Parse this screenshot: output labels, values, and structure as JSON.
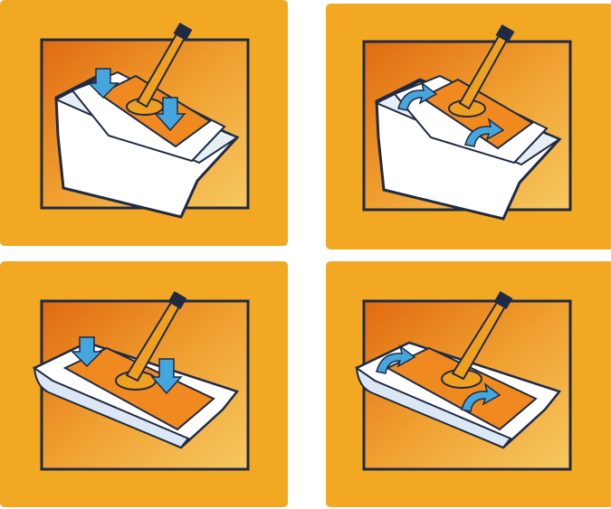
{
  "figure": {
    "panels": [
      {
        "id": "step-1",
        "scene": "mop-in-tub",
        "arrows": "down",
        "arrow_color": "#44a6dd"
      },
      {
        "id": "step-2",
        "scene": "mop-in-tub",
        "arrows": "curved",
        "arrow_color": "#44a6dd"
      },
      {
        "id": "step-3",
        "scene": "mop-with-cloth",
        "arrows": "down",
        "arrow_color": "#44a6dd"
      },
      {
        "id": "step-4",
        "scene": "mop-with-cloth",
        "arrows": "curved",
        "arrow_color": "#44a6dd"
      }
    ],
    "colors": {
      "panel_orange": "#f2a823",
      "frame_dark": "#1f2a44",
      "handle_orange": "#f0a020",
      "arrow_blue": "#44a6dd"
    }
  }
}
